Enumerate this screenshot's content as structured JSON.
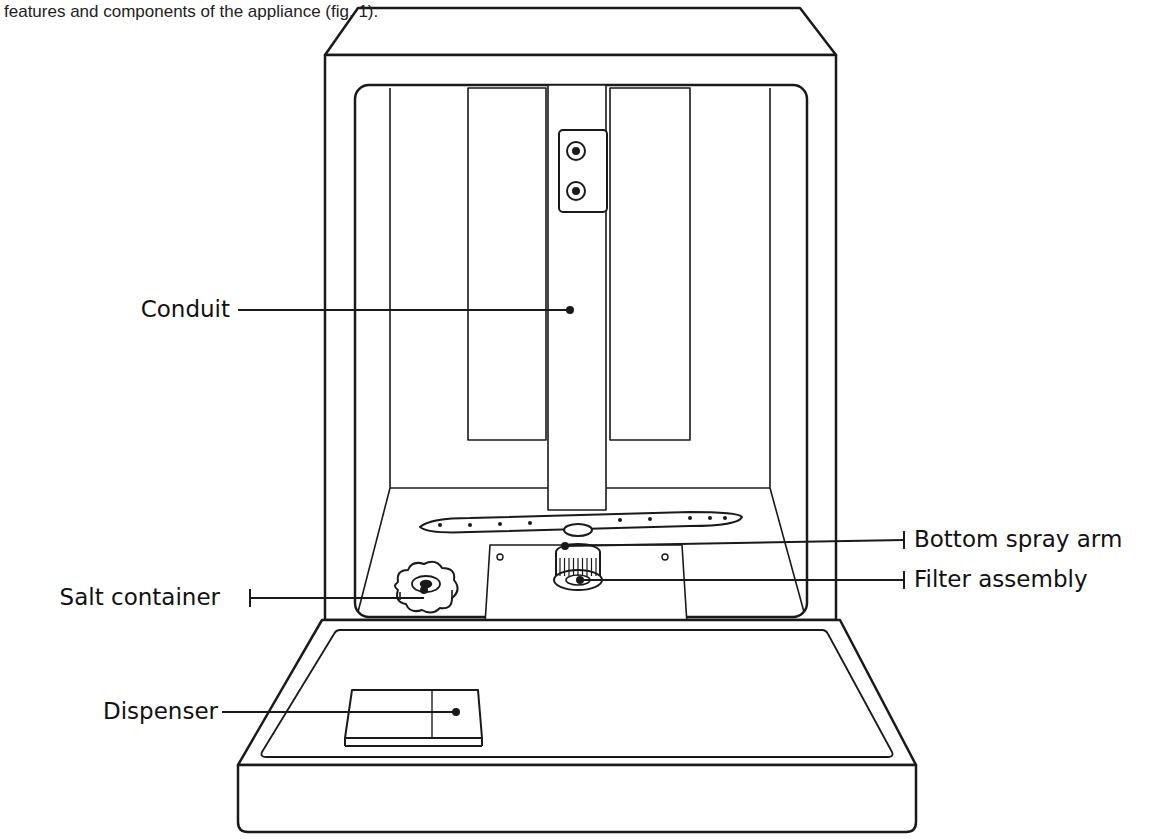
{
  "diagram": {
    "labels": [
      "features and components of the appliance (fig. 1).",
      "Conduit",
      "Bottom spray arm",
      "Salt container",
      "Filter assembly",
      "Dispenser"
    ]
  }
}
